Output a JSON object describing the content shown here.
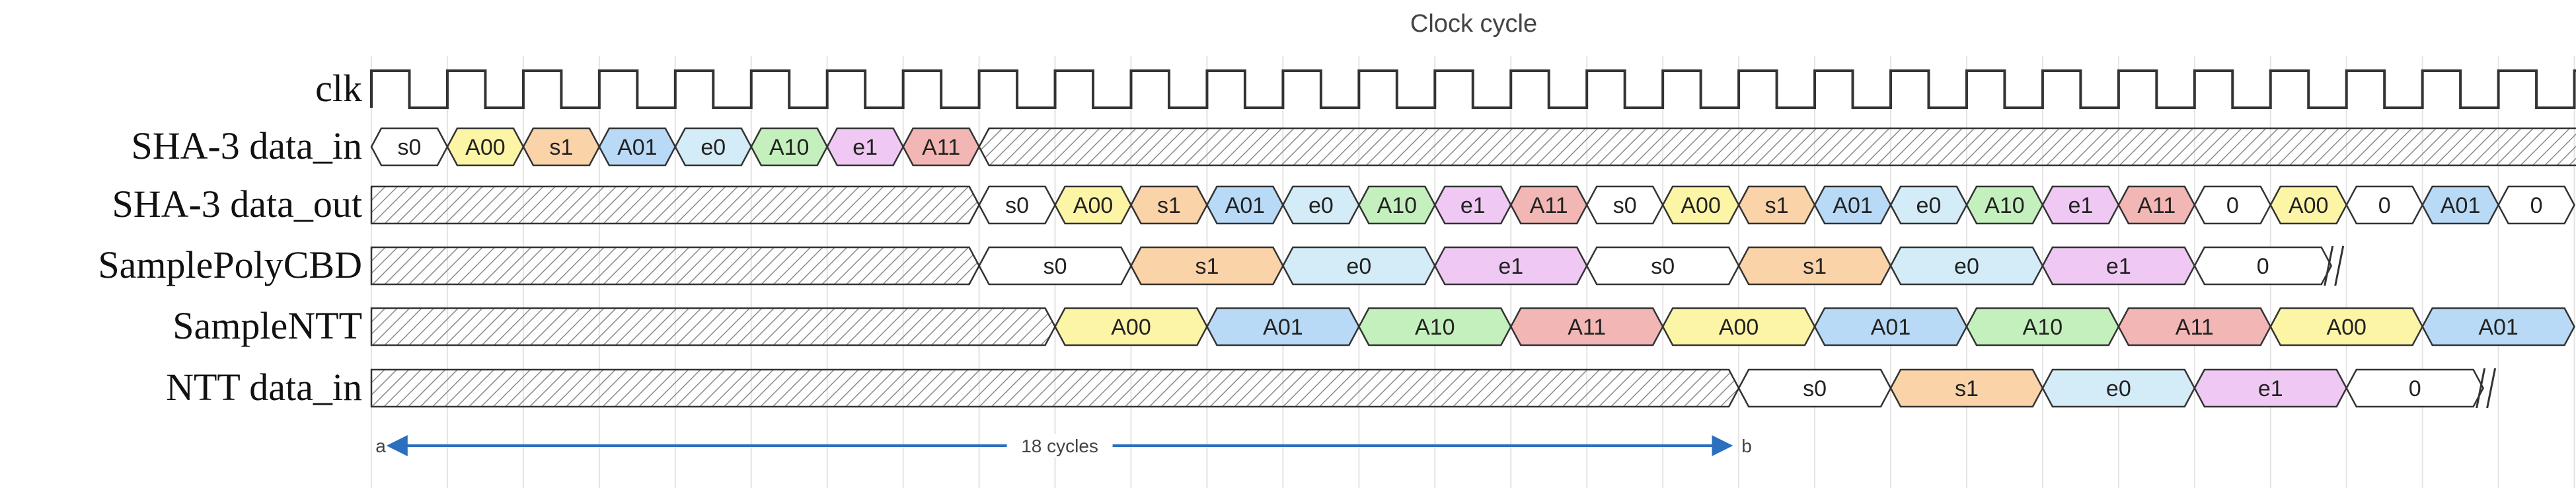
{
  "header": {
    "title": "Clock cycle"
  },
  "signals": [
    {
      "label": "clk",
      "kind": "clock"
    },
    {
      "label": "SHA-3 data_in",
      "kind": "bus",
      "cells": [
        [
          "s0",
          0,
          1,
          "white"
        ],
        [
          "A00",
          1,
          1,
          "yellow"
        ],
        [
          "s1",
          2,
          1,
          "orange"
        ],
        [
          "A01",
          3,
          1,
          "blue"
        ],
        [
          "e0",
          4,
          1,
          "cyan"
        ],
        [
          "A10",
          5,
          1,
          "green"
        ],
        [
          "e1",
          6,
          1,
          "pink"
        ],
        [
          "A11",
          7,
          1,
          "red"
        ]
      ],
      "hatch": [
        [
          8,
          30
        ]
      ]
    },
    {
      "label": "SHA-3 data_out",
      "kind": "bus",
      "hatch": [
        [
          0,
          8
        ]
      ],
      "cells": [
        [
          "s0",
          8,
          1,
          "white"
        ],
        [
          "A00",
          9,
          1,
          "yellow"
        ],
        [
          "s1",
          10,
          1,
          "orange"
        ],
        [
          "A01",
          11,
          1,
          "blue"
        ],
        [
          "e0",
          12,
          1,
          "cyan"
        ],
        [
          "A10",
          13,
          1,
          "green"
        ],
        [
          "e1",
          14,
          1,
          "pink"
        ],
        [
          "A11",
          15,
          1,
          "red"
        ],
        [
          "s0",
          16,
          1,
          "white"
        ],
        [
          "A00",
          17,
          1,
          "yellow"
        ],
        [
          "s1",
          18,
          1,
          "orange"
        ],
        [
          "A01",
          19,
          1,
          "blue"
        ],
        [
          "e0",
          20,
          1,
          "cyan"
        ],
        [
          "A10",
          21,
          1,
          "green"
        ],
        [
          "e1",
          22,
          1,
          "pink"
        ],
        [
          "A11",
          23,
          1,
          "red"
        ],
        [
          "0",
          24,
          1,
          "white"
        ],
        [
          "A00",
          25,
          1,
          "yellow"
        ],
        [
          "0",
          26,
          1,
          "white"
        ],
        [
          "A01",
          27,
          1,
          "blue"
        ],
        [
          "0",
          28,
          1,
          "white"
        ]
      ]
    },
    {
      "label": "SamplePolyCBD",
      "kind": "bus",
      "hatch": [
        [
          0,
          8
        ]
      ],
      "cells": [
        [
          "s0",
          8,
          2,
          "white"
        ],
        [
          "s1",
          10,
          2,
          "orange"
        ],
        [
          "e0",
          12,
          2,
          "cyan"
        ],
        [
          "e1",
          14,
          2,
          "pink"
        ],
        [
          "s0",
          16,
          2,
          "white"
        ],
        [
          "s1",
          18,
          2,
          "orange"
        ],
        [
          "e0",
          20,
          2,
          "cyan"
        ],
        [
          "e1",
          22,
          2,
          "pink"
        ],
        [
          "0",
          24,
          1.8,
          "white"
        ]
      ],
      "gap": 25.8
    },
    {
      "label": "SampleNTT",
      "kind": "bus",
      "hatch": [
        [
          0,
          9
        ]
      ],
      "cells": [
        [
          "A00",
          9,
          2,
          "yellow"
        ],
        [
          "A01",
          11,
          2,
          "blue"
        ],
        [
          "A10",
          13,
          2,
          "green"
        ],
        [
          "A11",
          15,
          2,
          "red"
        ],
        [
          "A00",
          17,
          2,
          "yellow"
        ],
        [
          "A01",
          19,
          2,
          "blue"
        ],
        [
          "A10",
          21,
          2,
          "green"
        ],
        [
          "A11",
          23,
          2,
          "red"
        ],
        [
          "A00",
          25,
          2,
          "yellow"
        ],
        [
          "A01",
          27,
          2,
          "blue"
        ]
      ]
    },
    {
      "label": "NTT data_in",
      "kind": "bus",
      "hatch": [
        [
          0,
          18
        ]
      ],
      "cells": [
        [
          "s0",
          18,
          2,
          "white"
        ],
        [
          "s1",
          20,
          2,
          "orange"
        ],
        [
          "e0",
          22,
          2,
          "cyan"
        ],
        [
          "e1",
          24,
          2,
          "pink"
        ],
        [
          "0",
          26,
          1.8,
          "white"
        ]
      ],
      "gap": 27.8
    }
  ],
  "marker": {
    "start": "a",
    "end": "b",
    "label": "18 cycles",
    "from_cycle": 0,
    "to_cycle": 18
  },
  "colors": {
    "white": "#ffffff",
    "yellow": "#fdf5a6",
    "orange": "#fbd3a8",
    "blue": "#b9daf6",
    "cyan": "#d3ecf7",
    "green": "#c4f0bd",
    "pink": "#efc9f3",
    "red": "#f2b7b4",
    "line": "#333333",
    "arrow": "#2c6fbf",
    "grid": "#e4e4e4"
  },
  "timeline": {
    "cycles": 30
  }
}
